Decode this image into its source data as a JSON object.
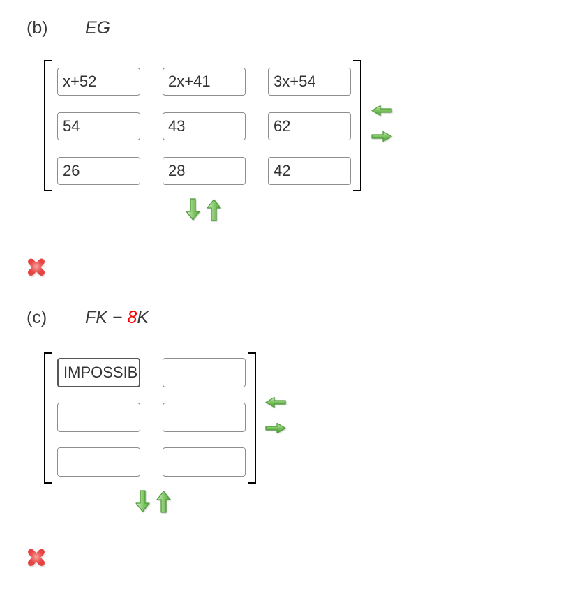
{
  "colors": {
    "text": "#3a3a3a",
    "cell_text": "#333333",
    "expression_highlight": "#ff0000",
    "input_border": "#8e8e8e",
    "input_border_focused": "#565656",
    "bracket": "#000000",
    "arrow_green_light": "#e3f2da",
    "arrow_green_mid": "#8fcd74",
    "arrow_green_dark": "#58a93e",
    "arrow_green_outline": "#4d9b3a",
    "x_red_light": "#f7a8a5",
    "x_red_dark": "#e64343"
  },
  "icons": {
    "shrink_columns": "green-left-arrow",
    "grow_columns": "green-right-arrow",
    "grow_rows": "green-down-arrow",
    "shrink_rows": "green-up-arrow",
    "status_incorrect": "red-x"
  },
  "parts": [
    {
      "label": "(b)",
      "expression": {
        "prefix": "EG",
        "highlight": "",
        "suffix": ""
      },
      "matrix": {
        "rows": 3,
        "cols": 3,
        "values": [
          [
            "x+52",
            "2x+41",
            "3x+54"
          ],
          [
            "54",
            "43",
            "62"
          ],
          [
            "26",
            "28",
            "42"
          ]
        ]
      },
      "status": "incorrect"
    },
    {
      "label": "(c)",
      "expression": {
        "prefix": "FK − ",
        "highlight": "8",
        "suffix": "K"
      },
      "matrix": {
        "rows": 3,
        "cols": 2,
        "values": [
          [
            "IMPOSSIBLE",
            ""
          ],
          [
            "",
            ""
          ],
          [
            "",
            ""
          ]
        ]
      },
      "status": "incorrect"
    }
  ]
}
